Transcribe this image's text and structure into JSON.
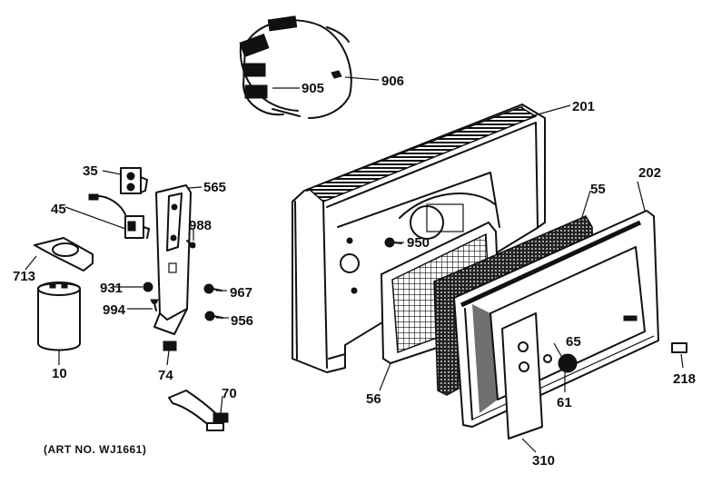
{
  "labels": {
    "p905": "905",
    "p906": "906",
    "p201": "201",
    "p35": "35",
    "p565": "565",
    "p202": "202",
    "p55": "55",
    "p45": "45",
    "p988": "988",
    "p950": "950",
    "p713": "713",
    "p931": "931",
    "p967": "967",
    "p994": "994",
    "p956": "956",
    "p65": "65",
    "p218": "218",
    "p10": "10",
    "p74": "74",
    "p56": "56",
    "p61": "61",
    "p70": "70",
    "p310": "310"
  },
  "caption": "(ART NO. WJ1661)"
}
